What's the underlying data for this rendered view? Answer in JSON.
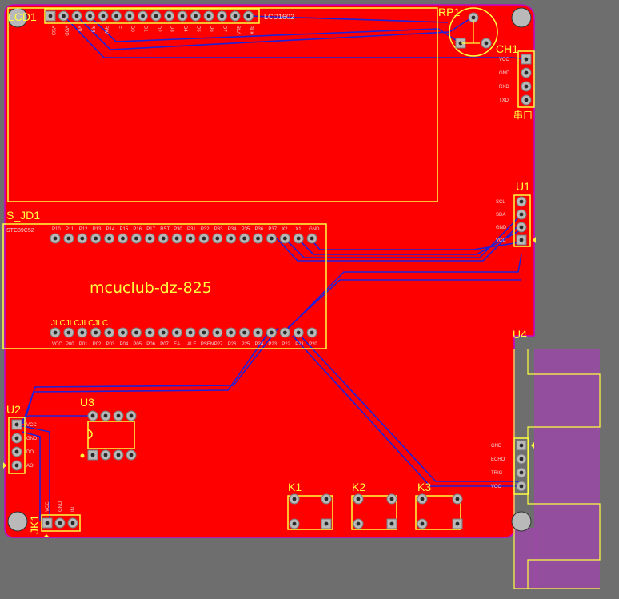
{
  "board": {
    "title": "mcuclub-dz-825",
    "subtext": "JLCJLCJLCJLC",
    "colors": {
      "background": "#6e6e6e",
      "copper": "#ff0000",
      "outline": "#c800c8",
      "silkscreen": "#ffff40",
      "trace": "#2020d8",
      "pad": "#b8b8b8",
      "keepout": "#9a4aa6"
    }
  },
  "components": {
    "lcd1": {
      "ref": "LCD1",
      "part": "LCD1602",
      "pins": [
        "VSS",
        "VDD",
        "V0",
        "RS",
        "RW",
        "E",
        "D0",
        "D1",
        "D2",
        "D3",
        "D4",
        "D5",
        "D6",
        "D7",
        "BLA",
        "BLK"
      ]
    },
    "rp1": {
      "ref": "RP1"
    },
    "ch1": {
      "ref": "CH1",
      "label": "串口",
      "pins": [
        "VCC",
        "GND",
        "RXD",
        "TXD"
      ]
    },
    "u1": {
      "ref": "U1",
      "pins": [
        "SCL",
        "SDA",
        "GND",
        "VCC"
      ]
    },
    "s_jd1": {
      "ref": "S_JD1",
      "part": "STC89C52",
      "top_pins": [
        "P10",
        "P11",
        "P12",
        "P13",
        "P14",
        "P15",
        "P16",
        "P17",
        "RST",
        "P30",
        "P31",
        "P32",
        "P33",
        "P34",
        "P35",
        "P36",
        "P37",
        "X2",
        "X1",
        "GND"
      ],
      "bottom_pins": [
        "VCC",
        "P00",
        "P01",
        "P02",
        "P03",
        "P04",
        "P05",
        "P06",
        "P07",
        "EA",
        "ALE",
        "PSEN",
        "P27",
        "P26",
        "P25",
        "P24",
        "P23",
        "P22",
        "P21",
        "P20"
      ]
    },
    "u4": {
      "ref": "U4",
      "pins": [
        "GND",
        "ECHO",
        "TRIG",
        "VCC"
      ]
    },
    "u2": {
      "ref": "U2",
      "pins": [
        "VCC",
        "GND",
        "DO",
        "AO"
      ]
    },
    "u3": {
      "ref": "U3"
    },
    "jk1": {
      "ref": "JK1",
      "pins": [
        "VCC",
        "GND",
        "IN"
      ]
    },
    "k1": {
      "ref": "K1"
    },
    "k2": {
      "ref": "K2"
    },
    "k3": {
      "ref": "K3"
    }
  }
}
